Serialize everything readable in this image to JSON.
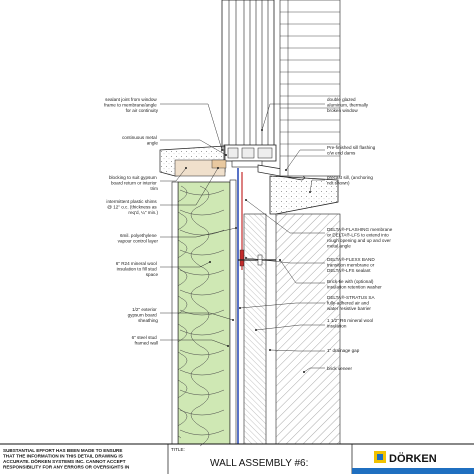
{
  "labels": {
    "sealant_joint": [
      "sealant joint from window",
      "frame to membrane/angle",
      "for air continuity"
    ],
    "double_glazed": [
      "double glazed",
      "aluminum, thermally",
      "broken window"
    ],
    "metal_angle": [
      "continuous metal",
      "angle"
    ],
    "sill_flashing": [
      "Pre-finished sill flashing",
      "c/w end dams"
    ],
    "blocking": [
      "blocking to suit gypsum",
      "board return or interior",
      "trim"
    ],
    "precast_sill": [
      "precast sill, (anchoring",
      "not shown)"
    ],
    "shims": [
      "intermittent plastic shims",
      "@ 12\" o.c. (thickness as",
      "req'd, ¼\" min.)"
    ],
    "deltaflashing": [
      "DELTA®-FLASHING membrane",
      "or DELTA®-LFS to extend into",
      "rough opening and up and over",
      "metal angle"
    ],
    "vapour": [
      "6mil. polyethylene",
      "vapour control layer"
    ],
    "flexx": [
      "DELTA®-FLEXX BAND",
      "transition membrane or",
      "DELTA®-LFS sealant"
    ],
    "r24": [
      "6\"  R24 mineral wool",
      "insulation to fill stud",
      "space"
    ],
    "brick_tie": [
      "Brick-tie with (optional)",
      "insulation retention washer"
    ],
    "stratus": [
      "DELTA®-STRATUS SA",
      "fully-adhered air and",
      "water resistive barrier"
    ],
    "r6": [
      "1 1/2\" R6 mineral wool",
      "insulation"
    ],
    "gypsum": [
      "1/2\" exterior",
      "gypsum board",
      "sheathing"
    ],
    "stud": [
      "6\" steel stud",
      "framed wall"
    ],
    "drainage": [
      "1\" drainage gap"
    ],
    "brick": [
      "brick veneer"
    ]
  },
  "title_block": {
    "disclaimer": [
      "SUBSTANTIAL EFFORT HAS BEEN MADE TO ENSURE",
      "THAT THE INFORMATION IN THIS DETAIL DRAWING IS",
      "ACCURATE. DÖRKEN SYSTEMS INC. CANNOT ACCEPT",
      "RESPONSIBILITY FOR ANY ERRORS OR OVERSIGHTS IN"
    ],
    "title_label": "TITLE:",
    "title": "WALL ASSEMBLY #6:",
    "brand": "DÖRKEN"
  },
  "colors": {
    "insulation": "#cfe8b4",
    "insulation_line": "#4a4a4a",
    "membrane_blue": "#2f4fb8",
    "membrane_red": "#c42b2b",
    "sealant": "#e9c9a0",
    "brand_yellow": "#f2c200",
    "brand_blue": "#1f6fc0"
  },
  "icons": {
    "logo": "dorken-logo-icon"
  }
}
